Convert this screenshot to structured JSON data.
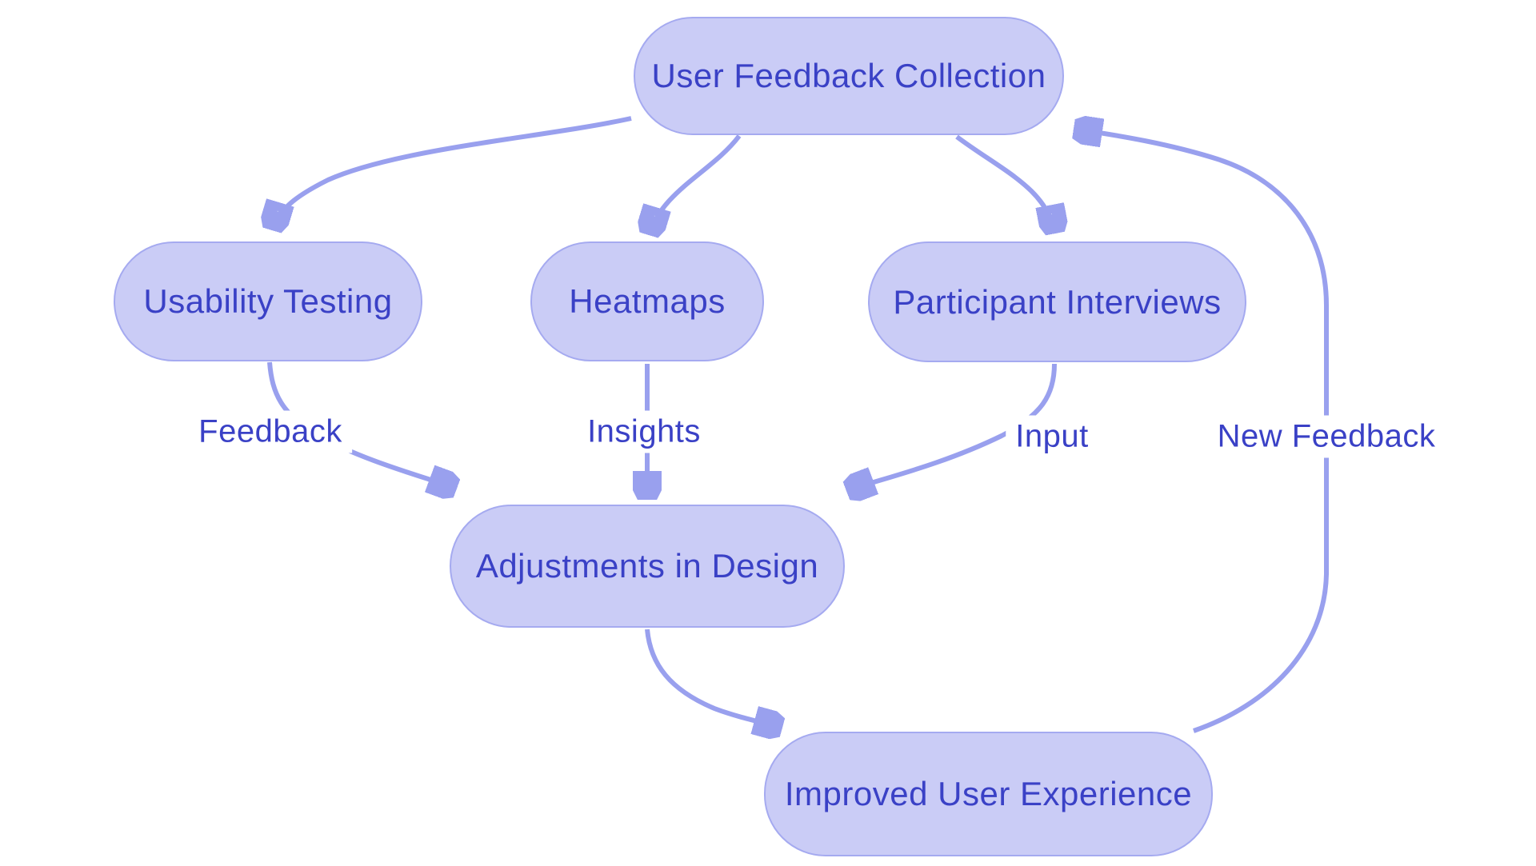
{
  "diagram": {
    "type": "flowchart",
    "background_color": "#ffffff",
    "colors": {
      "node_fill": "#CACCF6",
      "node_border": "#A5AAF0",
      "node_text": "#3A41C6",
      "edge_stroke": "#99A0EE",
      "edge_label_text": "#3A41C6"
    },
    "nodes": [
      {
        "id": "user-feedback-collection",
        "label": "User Feedback Collection"
      },
      {
        "id": "usability-testing",
        "label": "Usability Testing"
      },
      {
        "id": "heatmaps",
        "label": "Heatmaps"
      },
      {
        "id": "participant-interviews",
        "label": "Participant Interviews"
      },
      {
        "id": "adjustments-in-design",
        "label": "Adjustments in Design"
      },
      {
        "id": "improved-user-experience",
        "label": "Improved User Experience"
      }
    ],
    "edges": [
      {
        "from": "User Feedback Collection",
        "to": "Usability Testing",
        "label": ""
      },
      {
        "from": "User Feedback Collection",
        "to": "Heatmaps",
        "label": ""
      },
      {
        "from": "User Feedback Collection",
        "to": "Participant Interviews",
        "label": ""
      },
      {
        "from": "Usability Testing",
        "to": "Adjustments in Design",
        "label": "Feedback"
      },
      {
        "from": "Heatmaps",
        "to": "Adjustments in Design",
        "label": "Insights"
      },
      {
        "from": "Participant Interviews",
        "to": "Adjustments in Design",
        "label": "Input"
      },
      {
        "from": "Adjustments in Design",
        "to": "Improved User Experience",
        "label": ""
      },
      {
        "from": "Improved User Experience",
        "to": "User Feedback Collection",
        "label": "New Feedback"
      }
    ]
  }
}
